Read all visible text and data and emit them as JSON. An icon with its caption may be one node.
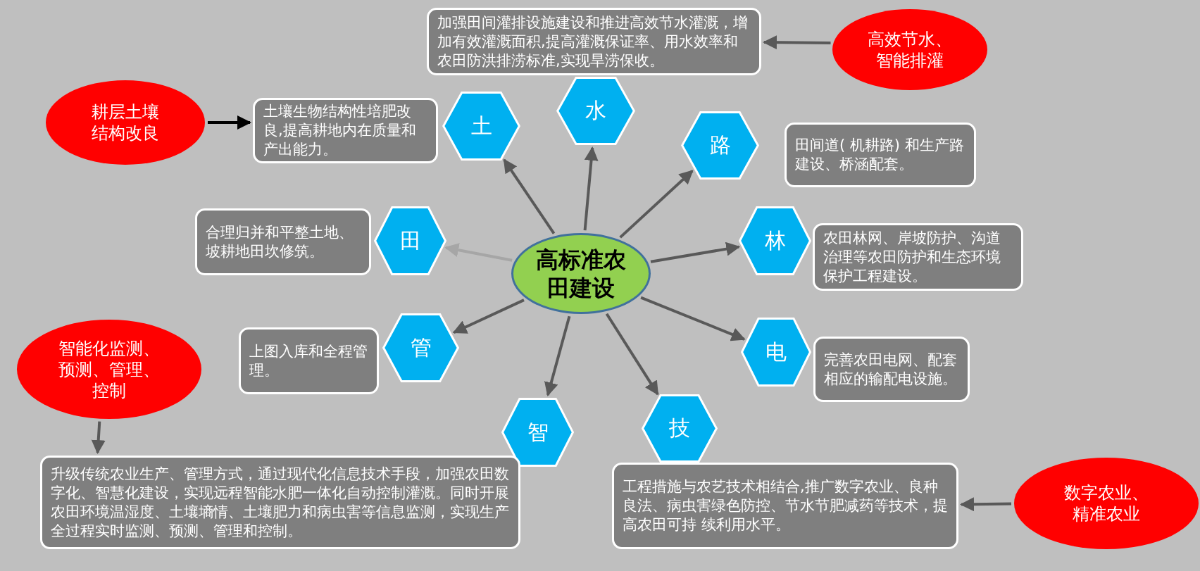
{
  "diagram": {
    "nodes": [
      {
        "text": [
          "加强田间灌排设施建设和推进高效节水灌溉，增加有效灌溉面积,提高灌溉保证率、用水效率和农田防洪排涝标准,实现旱涝保收。"
        ]
      },
      {
        "text": [
          "高效节水、智能排灌"
        ]
      },
      {
        "text": [
          "水"
        ]
      },
      {
        "text": [
          "耕层土壤结构改良"
        ]
      },
      {
        "text": [
          "土壤生物结构性培肥改良,提高耕地内在质量和产出能力。"
        ]
      },
      {
        "text": [
          "土"
        ]
      },
      {
        "text": [
          "路"
        ]
      },
      {
        "text": [
          "田间道( 机耕路) 和生产路建设、桥涵配套。"
        ]
      },
      {
        "text": [
          "合理归并和平整土地、坡耕地田坎修筑。"
        ]
      },
      {
        "text": [
          "田"
        ]
      },
      {
        "text": [
          "高标准农田建设"
        ]
      },
      {
        "text": [
          "林"
        ]
      },
      {
        "text": [
          "农田林网、岸坡防护、沟道治理等农田防护和生态环境保护工程建设。"
        ]
      },
      {
        "text": [
          "智能化监测、预测、管理、控制"
        ]
      },
      {
        "text": [
          "上图入库和全程管理。"
        ]
      },
      {
        "text": [
          "管"
        ]
      },
      {
        "text": [
          "电"
        ]
      },
      {
        "text": [
          "完善农田电网、配套相应的输配电设施。"
        ]
      },
      {
        "text": [
          "智"
        ]
      },
      {
        "text": [
          "技"
        ]
      },
      {
        "text": [
          "升级传统农业生产、管理方式，通过现代化信息技术手段，加强农田数字化、智慧化建设，实现远程智能水肥一体化自动控制灌溉。同时开展农田环境温湿度、土壤墒情、土壤肥力和病虫害等信息监测，实现生产全过程实时监测、预测、管理和控制。"
        ]
      },
      {
        "text": [
          "工程措施与农艺技术相结合,推广数字农业、良种良法、病虫害绿色防控、节水节肥减药等技术，提高农田可持 续利用水平。"
        ]
      },
      {
        "text": [
          "数字农业、精准农业"
        ]
      }
    ],
    "edges": [
      {
        "from": 10,
        "to": 5,
        "arrow": "to"
      },
      {
        "from": 10,
        "to": 2,
        "arrow": "to"
      },
      {
        "from": 10,
        "to": 6,
        "arrow": "to"
      },
      {
        "from": 10,
        "to": 9,
        "arrow": "to",
        "color": "#a6a6a6"
      },
      {
        "from": 10,
        "to": 11,
        "arrow": "to"
      },
      {
        "from": 10,
        "to": 16,
        "arrow": "to"
      },
      {
        "from": 10,
        "to": 15,
        "arrow": "to"
      },
      {
        "from": 10,
        "to": 18,
        "arrow": "to"
      },
      {
        "from": 10,
        "to": 19,
        "arrow": "to"
      },
      {
        "from": 1,
        "to": 0,
        "arrow": "to"
      },
      {
        "from": 3,
        "to": 4,
        "arrow": "to",
        "color": "#000000"
      },
      {
        "from": 13,
        "to": 20,
        "arrow": "to"
      },
      {
        "from": 22,
        "to": 21,
        "arrow": "to"
      }
    ]
  }
}
